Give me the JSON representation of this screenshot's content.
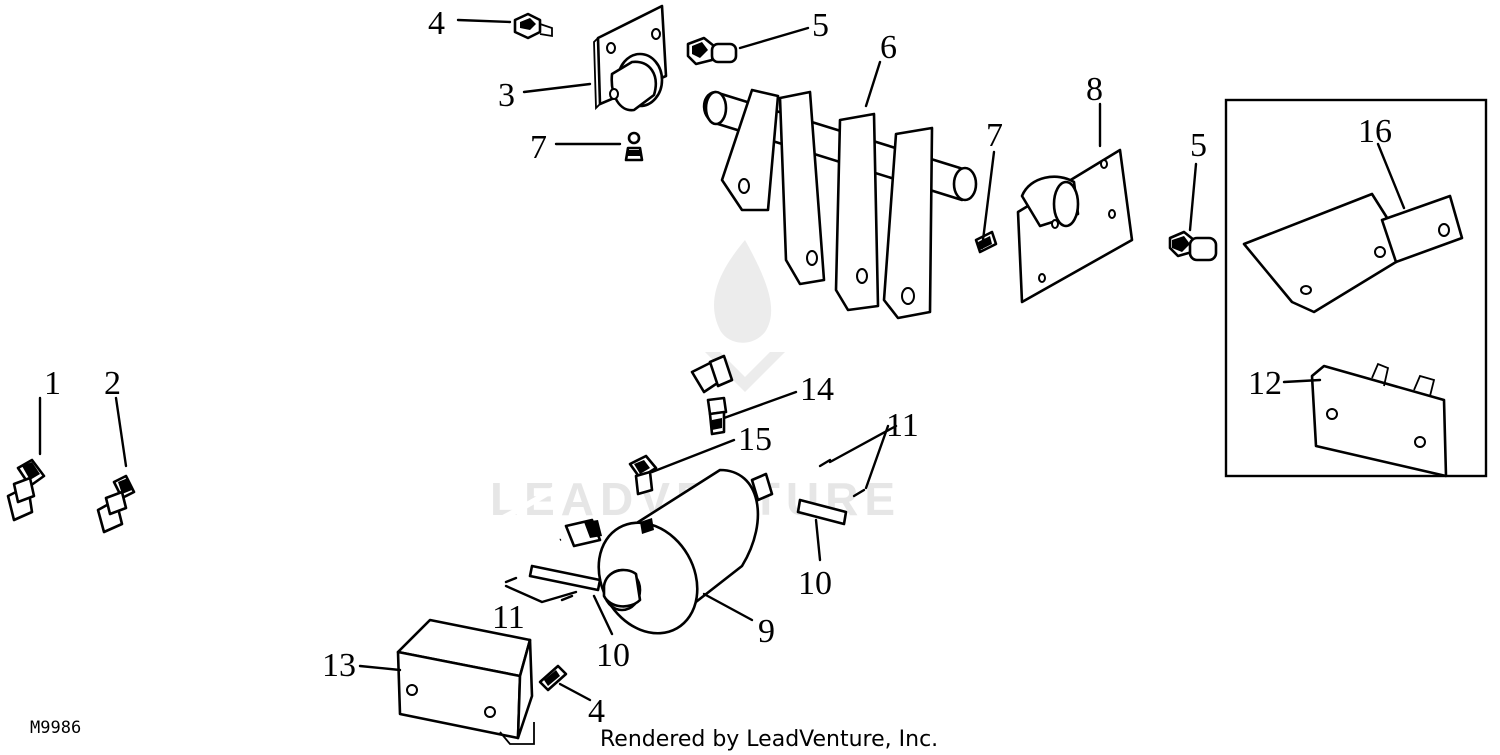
{
  "callouts": {
    "c1": "1",
    "c2": "2",
    "c3": "3",
    "c4a": "4",
    "c4b": "4",
    "c5a": "5",
    "c5b": "5",
    "c6": "6",
    "c7a": "7",
    "c7b": "7",
    "c8": "8",
    "c9": "9",
    "c10a": "10",
    "c10b": "10",
    "c11a": "11",
    "c11b": "11",
    "c12": "12",
    "c13": "13",
    "c14": "14",
    "c15": "15",
    "c16": "16"
  },
  "figure_code": "M9986",
  "credit": "Rendered by LeadVenture, Inc.",
  "watermark": "LEADVENTURE",
  "colors": {
    "ink": "#000000",
    "paper": "#ffffff",
    "watermark": "#e6e6e6"
  }
}
